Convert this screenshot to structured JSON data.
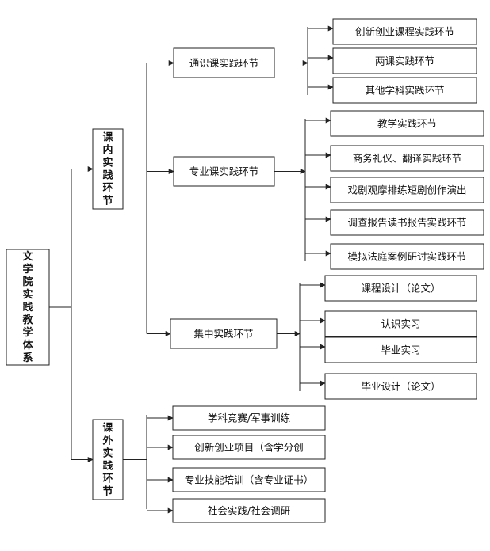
{
  "diagram": {
    "root": "文学院实践教学体系",
    "in_class": {
      "label": "课内实践环节",
      "groups": [
        {
          "label": "通识课实践环节",
          "items": [
            "创新创业课程实践环节",
            "两课实践环节",
            "其他学科实践环节"
          ]
        },
        {
          "label": "专业课实践环节",
          "items": [
            "教学实践环节",
            "商务礼仪、翻译实践环节",
            "戏剧观摩排练短剧创作演出",
            "调查报告读书报告实践环节",
            "模拟法庭案例研讨实践环节"
          ]
        },
        {
          "label": "集中实践环节",
          "items": [
            "课程设计（论文）",
            "认识实习",
            "毕业实习",
            "毕业设计（论文）"
          ]
        }
      ]
    },
    "extra_class": {
      "label": "课外实践环节",
      "items": [
        "学科竞赛/军事训练",
        "创新创业项目（含学分创",
        "专业技能培训（含专业证书）",
        "社会实践/社会调研"
      ]
    }
  }
}
